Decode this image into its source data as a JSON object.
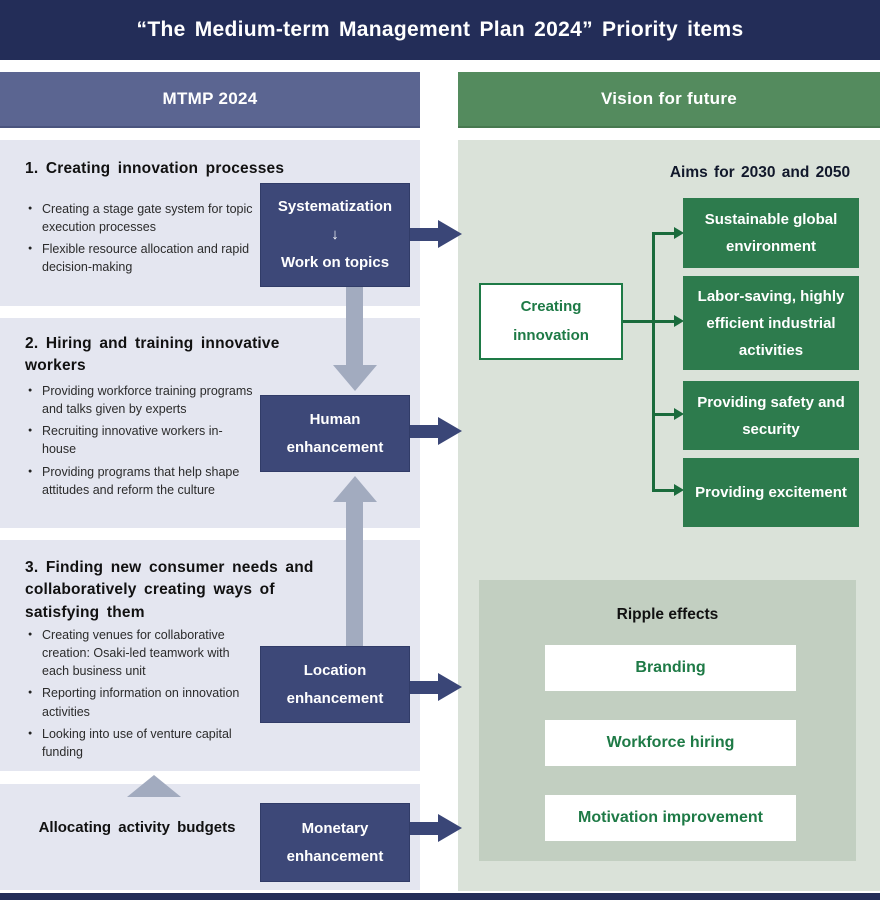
{
  "title": "“The Medium-term Management Plan 2024” Priority items",
  "columns": {
    "left_header": "MTMP 2024",
    "right_header": "Vision for future"
  },
  "sections": [
    {
      "title": "1. Creating innovation processes",
      "bullets": [
        "Creating a stage gate system for topic execution processes",
        "Flexible resource allocation and rapid decision-making"
      ],
      "box": {
        "lines": [
          "Systematization",
          "↓",
          "Work on topics"
        ]
      }
    },
    {
      "title": "2. Hiring and training innovative workers",
      "bullets": [
        "Providing workforce training programs and talks given by experts",
        "Recruiting innovative workers in-house",
        "Providing programs that help shape attitudes and reform the culture"
      ],
      "box": {
        "lines": [
          "Human",
          "enhancement"
        ]
      }
    },
    {
      "title": "3. Finding new consumer needs and collaboratively creating ways of satisfying them",
      "bullets": [
        "Creating venues for collaborative creation: Osaki-led teamwork with each business unit",
        "Reporting information on innovation activities",
        "Looking into use of venture capital funding"
      ],
      "box": {
        "lines": [
          "Location",
          "enhancement"
        ]
      }
    },
    {
      "title": "Allocating activity budgets",
      "box": {
        "lines": [
          "Monetary",
          "enhancement"
        ]
      }
    }
  ],
  "vision": {
    "aims_title": "Aims for 2030 and 2050",
    "creating_box": {
      "lines": [
        "Creating",
        "innovation"
      ]
    },
    "aims": [
      "Sustainable global environment",
      "Labor-saving, highly efficient industrial activities",
      "Providing safety and security",
      "Providing excitement"
    ],
    "ripple": {
      "title": "Ripple effects",
      "items": [
        "Branding",
        "Workforce hiring",
        "Motivation improvement"
      ]
    }
  },
  "colors": {
    "header_navy": "#232d58",
    "left_bar_blue": "#5b6591",
    "vision_bar_green": "#548b5e",
    "section_bg": "#e4e6f0",
    "vision_bg": "#dae2d9",
    "ripple_bg": "#c2cfc1",
    "navy_box": "#3d4878",
    "green_box": "#2d7b4d",
    "green_text": "#1e7a46",
    "arrow_gray": "#a2abbf",
    "arrow_navy": "#3a4677",
    "connector_green": "#1a6b3c"
  }
}
